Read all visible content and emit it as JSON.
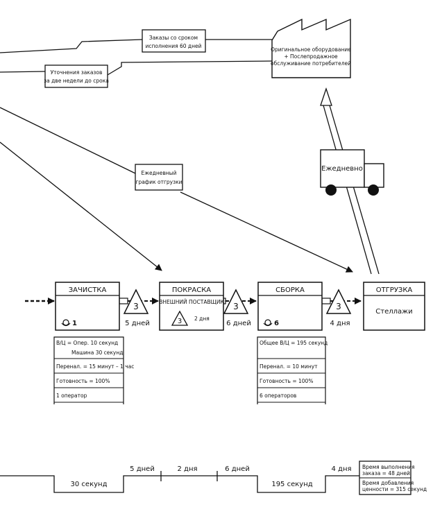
{
  "callouts": {
    "orders_60": [
      "Заказы со сроком",
      "исполнения 60 дней"
    ],
    "order_updates": [
      "Уточнения заказов",
      "за две недели до срока"
    ],
    "daily_schedule": [
      "Ежедневный",
      "график отгрузки"
    ]
  },
  "customer": [
    "Оригинальное оборудование",
    "+ Послепродажное",
    "обслуживание потребителей"
  ],
  "truck": {
    "label": "Ежедневно"
  },
  "processes": {
    "cleaning": {
      "title": "ЗАЧИСТКА",
      "operators": "1",
      "data": [
        "В/Ц = Опер. 10 секунд",
        "Машина 30 секунд",
        "Перенал. = 15 минут – 1 час",
        "Готовность = 100%",
        "1 оператор"
      ]
    },
    "painting": {
      "title": "ПОКРАСКА",
      "subtitle": "ВНЕШНИЙ ПОСТАВЩИК",
      "inv_count": "3",
      "inv_label": "2 дня"
    },
    "assembly": {
      "title": "СБОРКА",
      "operators": "6",
      "data": [
        "Общее В/Ц = 195 секунд",
        "Перенал. = 10 минут",
        "Готовность = 100%",
        "6 операторов"
      ]
    },
    "shipping": {
      "title": "ОТГРУЗКА",
      "subtitle": "Стеллажи"
    }
  },
  "inventory": [
    {
      "count": "3",
      "label": "5 дней"
    },
    {
      "count": "3",
      "label": "6 дней"
    },
    {
      "count": "3",
      "label": "4 дня"
    }
  ],
  "timeline": {
    "waits": [
      "5 дней",
      "2 дня",
      "6 дней",
      "4 дня"
    ],
    "process_times": [
      "30 секунд",
      "195 секунд"
    ],
    "summary": [
      "Время выполнения",
      "заказа = 48 дней",
      "Время добавления",
      "ценности = 315 секунд"
    ]
  }
}
